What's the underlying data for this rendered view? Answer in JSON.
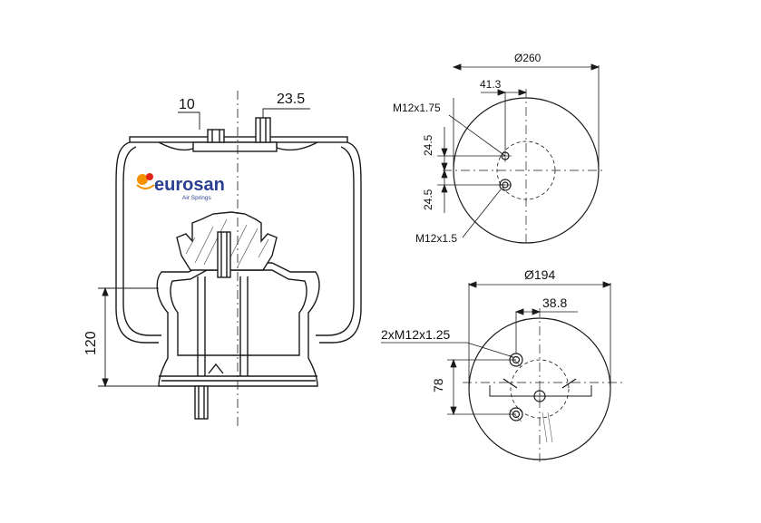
{
  "logo": {
    "brand": "eurosan",
    "tagline": "Air Springs",
    "colors": {
      "brand_text": "#2a3f8f",
      "icon_orange": "#f39200",
      "icon_red": "#e2231a"
    }
  },
  "side_view": {
    "dim_top_left": "10",
    "dim_top_right": "23.5",
    "dim_height": "120"
  },
  "top_view": {
    "dim_diameter": "Ø260",
    "dim_offset": "41.3",
    "thread_upper": "M12x1.75",
    "thread_lower": "M12x1.5",
    "dim_vert_upper": "24.5",
    "dim_vert_lower": "24.5"
  },
  "bottom_view": {
    "dim_diameter": "Ø194",
    "dim_offset": "38.8",
    "thread": "2xM12x1.25",
    "dim_vert": "78"
  },
  "colors": {
    "line": "#1a1a1a",
    "hatch": "#555555"
  }
}
